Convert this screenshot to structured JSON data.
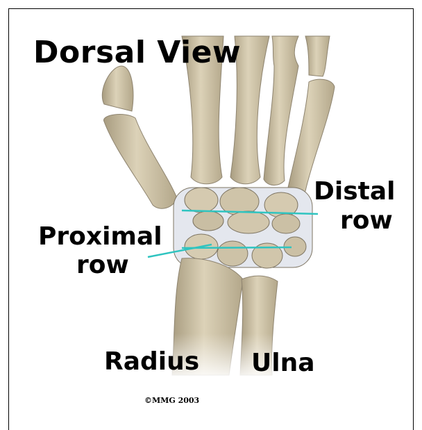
{
  "diagram": {
    "title": "Dorsal View",
    "labels": {
      "distal_line1": "Distal",
      "distal_line2": "row",
      "proximal_line1": "Proximal",
      "proximal_line2": "row",
      "radius": "Radius",
      "ulna": "Ulna"
    },
    "copyright": "©MMG 2003",
    "colors": {
      "bone": "#d8cdb2",
      "bone_shade": "#b5a98c",
      "cartilage": "#e6ebf2",
      "pointer_line": "#2fc4c0",
      "text": "#000000"
    }
  }
}
